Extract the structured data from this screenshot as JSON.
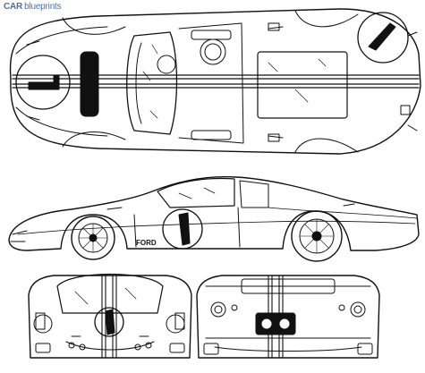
{
  "watermark": {
    "brand": "CAR",
    "suffix": "blueprints"
  },
  "views": {
    "top": {
      "race_number": "1"
    },
    "side": {
      "race_number": "1",
      "badge_text": "FORD"
    },
    "front": {
      "race_number": "1"
    },
    "rear": {}
  },
  "colors": {
    "line": "#111111",
    "accent": "#4a6fa5"
  }
}
